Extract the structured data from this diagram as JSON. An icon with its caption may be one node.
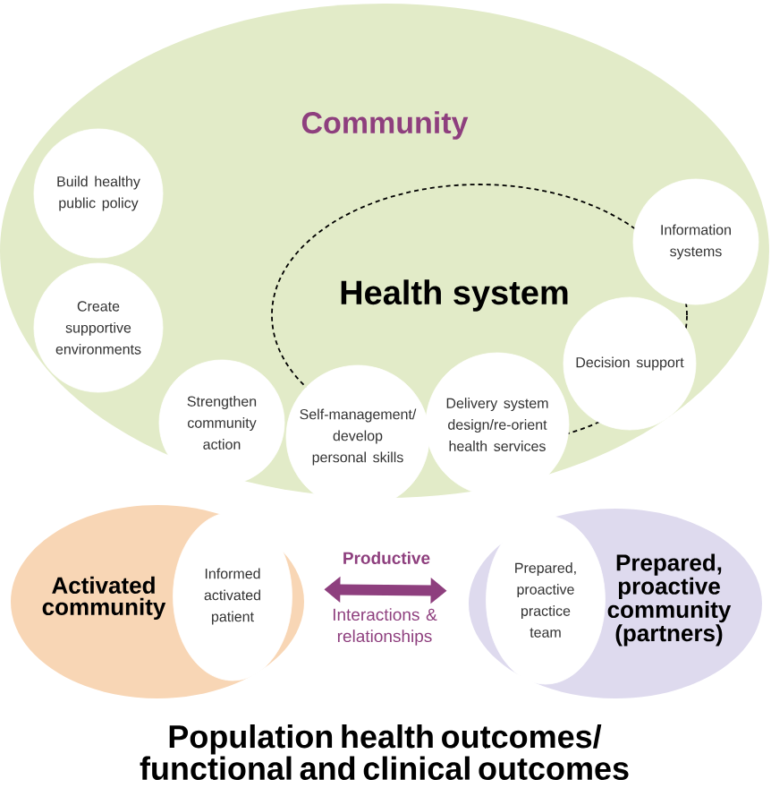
{
  "diagram": {
    "caption": "Population health outcomes/ functional and clinical outcomes",
    "nodes": [
      {
        "text": [
          "Community"
        ]
      },
      {
        "text": [
          "Build healthy public policy"
        ],
        "in": 0
      },
      {
        "text": [
          "Create supportive environments"
        ],
        "in": 0
      },
      {
        "text": [
          "Strengthen community action"
        ],
        "in": 0
      },
      {
        "text": [
          "Health system"
        ],
        "in": 0
      },
      {
        "text": [
          "Self-management/ develop personal skills"
        ],
        "in": 0
      },
      {
        "text": [
          "Delivery system design/re-orient health services"
        ],
        "in": 0
      },
      {
        "text": [
          "Decision support"
        ],
        "in": 0
      },
      {
        "text": [
          "Information systems"
        ],
        "in": 0
      },
      {
        "text": [
          "Activated community"
        ]
      },
      {
        "text": [
          "Informed activated patient"
        ],
        "in": 9
      },
      {
        "text": [
          "Prepared, proactive community (partners)"
        ]
      },
      {
        "text": [
          "Prepared, proactive practice team"
        ],
        "in": 11
      }
    ],
    "edges": [
      {
        "from": 9,
        "to": 11,
        "arrow": "both",
        "label": "Productive",
        "color": "#8e3f7e"
      }
    ],
    "labels": [
      "Interactions & relationships"
    ]
  }
}
